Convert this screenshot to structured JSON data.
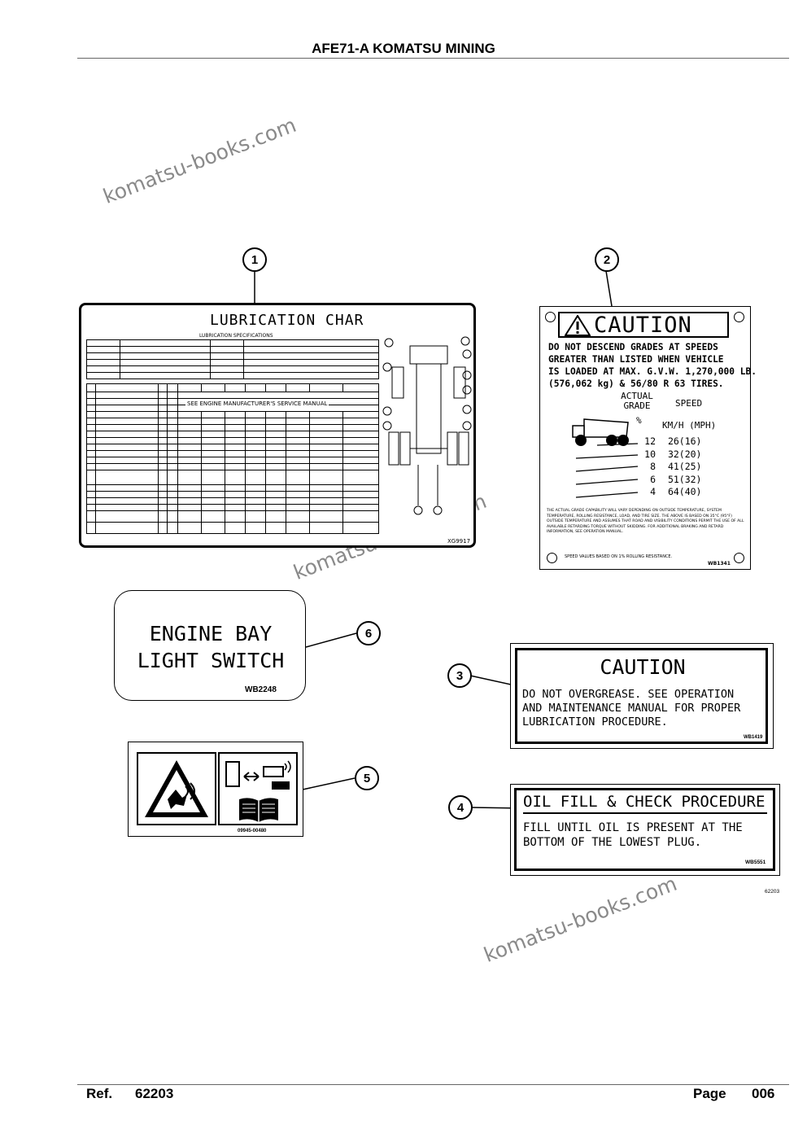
{
  "header": {
    "title": "AFE71-A KOMATSU MINING"
  },
  "watermark": {
    "text": "komatsu-books.com"
  },
  "callouts": [
    "1",
    "2",
    "3",
    "4",
    "5",
    "6"
  ],
  "decal1": {
    "title": "LUBRICATION CHAR",
    "spec_title": "LUBRICATION SPECIFICATIONS",
    "note": "SEE ENGINE MANUFACTURER'S SERVICE MANUAL",
    "code": "XG9917"
  },
  "decal2": {
    "title": "CAUTION",
    "line1": "DO NOT DESCEND GRADES AT SPEEDS",
    "line2": "GREATER THAN LISTED WHEN VEHICLE",
    "line3": "IS LOADED AT MAX. G.V.W. 1,270,000 LB.",
    "line4": "(576,062 kg) & 56/80 R 63 TIRES.",
    "col_grade": "ACTUAL GRADE",
    "col_grade_unit": "%",
    "col_speed": "SPEED",
    "col_speed_unit": "KM/H (MPH)",
    "rows": [
      {
        "grade": "12",
        "speed": "26(16)"
      },
      {
        "grade": "10",
        "speed": "32(20)"
      },
      {
        "grade": "8",
        "speed": "41(25)"
      },
      {
        "grade": "6",
        "speed": "51(32)"
      },
      {
        "grade": "4",
        "speed": "64(40)"
      }
    ],
    "fine_print": "THE ACTUAL GRADE CAPABILITY WILL VARY DEPENDING ON OUTSIDE TEMPERATURE, SYSTEM TEMPERATURE, ROLLING RESISTANCE, LOAD, AND TIRE SIZE. THE ABOVE IS BASED ON 35°C (95°F) OUTSIDE TEMPERATURE AND ASSUMES THAT ROAD AND VISIBILITY CONDITIONS PERMIT THE USE OF ALL AVAILABLE RETARDING TORQUE WITHOUT SKIDDING. FOR ADDITIONAL BRAKING AND RETARD INFORMATION, SEE OPERATION MANUAL.",
    "footer": "SPEED VALUES BASED ON 1% ROLLING RESISTANCE.",
    "code": "WB1341"
  },
  "decal3": {
    "title": "CAUTION",
    "line1": "DO NOT OVERGREASE.  SEE OPERATION",
    "line2": "AND MAINTENANCE MANUAL FOR PROPER",
    "line3": "LUBRICATION PROCEDURE.",
    "code": "WB1419"
  },
  "decal4": {
    "title": "OIL FILL & CHECK PROCEDURE",
    "line1": "FILL UNTIL OIL IS PRESENT AT THE",
    "line2": "BOTTOM OF THE LOWEST PLUG.",
    "code": "WB5551"
  },
  "decal5": {
    "code": "09945-00480"
  },
  "decal6": {
    "line1": "ENGINE BAY",
    "line2": "LIGHT SWITCH",
    "code": "WB2248"
  },
  "figure_ref": "62203",
  "footer": {
    "ref_label": "Ref.",
    "ref_value": "62203",
    "page_label": "Page",
    "page_value": "006"
  }
}
